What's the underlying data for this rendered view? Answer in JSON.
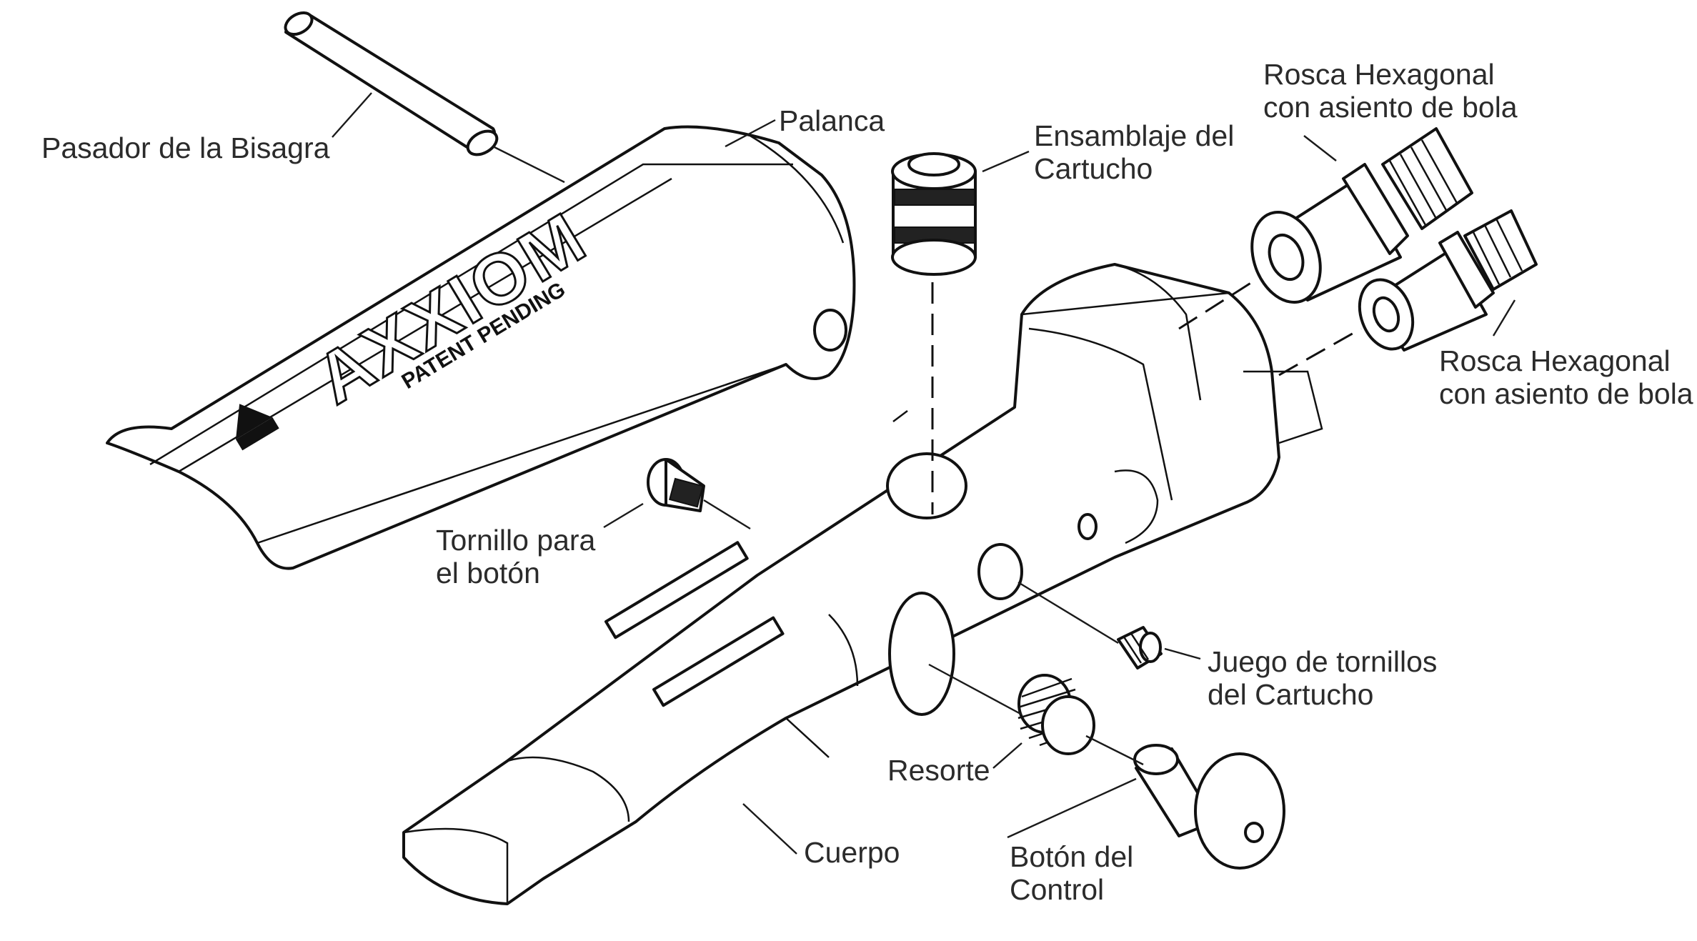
{
  "labels": {
    "hinge_pin": "Pasador de la Bisagra",
    "lever": "Palanca",
    "cartridge_assembly": [
      "Ensamblaje del",
      "Cartucho"
    ],
    "hex_thread_1": [
      "Rosca Hexagonal",
      "con asiento de bola"
    ],
    "hex_thread_2": [
      "Rosca Hexagonal",
      "con asiento de bola"
    ],
    "button_screw": [
      "Tornillo para",
      "el botón"
    ],
    "cartridge_screws": [
      "Juego de tornillos",
      "del Cartucho"
    ],
    "spring": "Resorte",
    "body": "Cuerpo",
    "control_button": [
      "Botón del",
      "Control"
    ]
  },
  "logo": {
    "brand": "AXXIOM",
    "subtitle": "PATENT PENDING"
  }
}
